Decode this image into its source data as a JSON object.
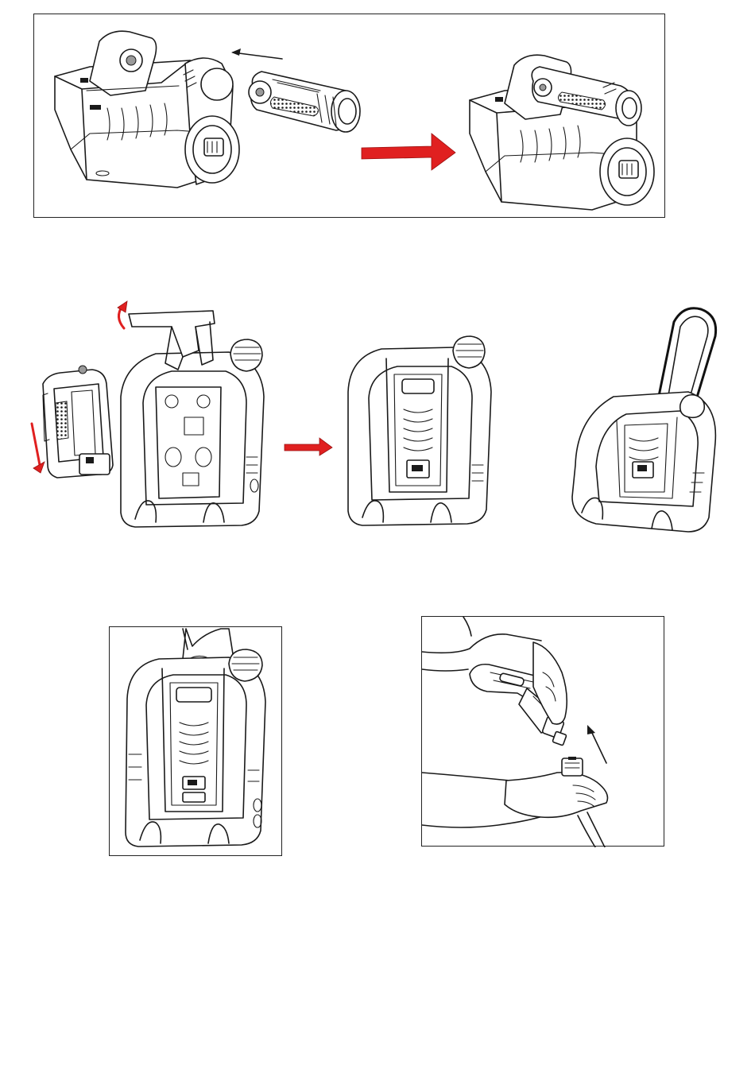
{
  "page": {
    "background": "#ffffff"
  },
  "colors": {
    "arrow_red": "#e02020",
    "line_art": "#1a1a1a"
  },
  "figures": [
    {
      "id": "step-insert-cartridge",
      "icon": "cartridge-insert-illustration"
    },
    {
      "id": "step-insert-battery",
      "icon": "battery-insert-illustration"
    },
    {
      "id": "step-open-cap",
      "icon": "filler-cap-illustration"
    },
    {
      "id": "step-connect-hose",
      "icon": "hose-connect-illustration"
    }
  ]
}
